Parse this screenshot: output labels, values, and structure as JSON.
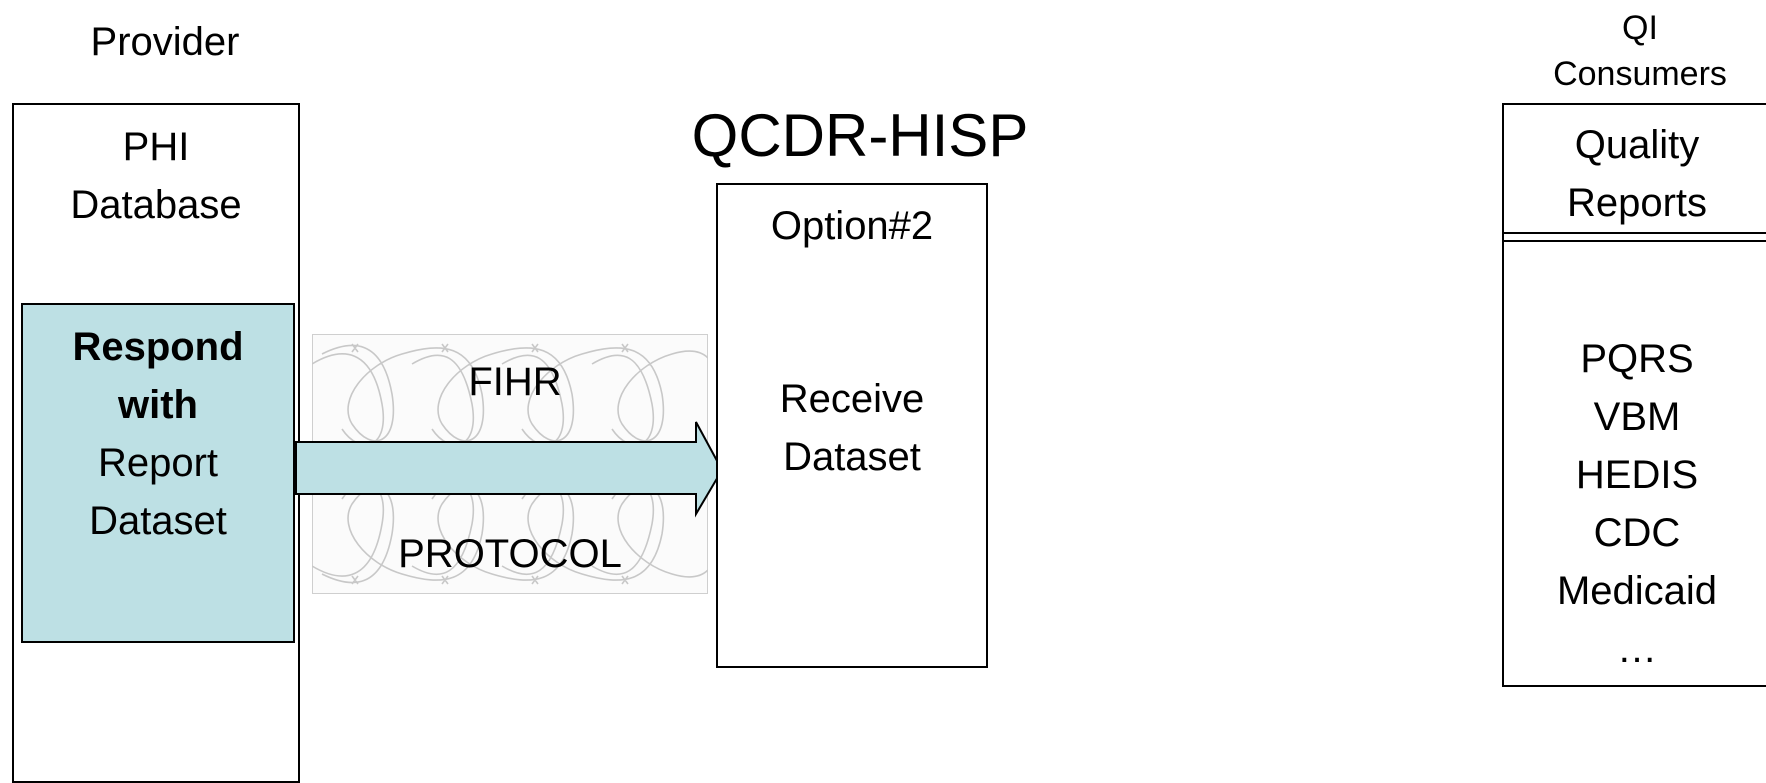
{
  "provider": {
    "label": "Provider",
    "box_title_line1": "PHI",
    "box_title_line2": "Database",
    "respond": {
      "line1": "Respond",
      "line2": "with",
      "line3": "Report",
      "line4": "Dataset"
    }
  },
  "protocol": {
    "top_label": "FIHR",
    "bottom_label": "PROTOCOL"
  },
  "qcdr": {
    "title": "QCDR-HISP",
    "option_label": "Option#2",
    "receive_line1": "Receive",
    "receive_line2": "Dataset"
  },
  "qi_consumers": {
    "label_line1": "QI",
    "label_line2": "Consumers",
    "box_title_line1": "Quality",
    "box_title_line2": "Reports",
    "items": [
      "PQRS",
      "VBM",
      "HEDIS",
      "CDC",
      "Medicaid",
      "…"
    ]
  },
  "colors": {
    "respond_fill": "#bde0e4",
    "arrow_fill": "#bde0e4",
    "wire_stroke": "#c8c8c8"
  }
}
